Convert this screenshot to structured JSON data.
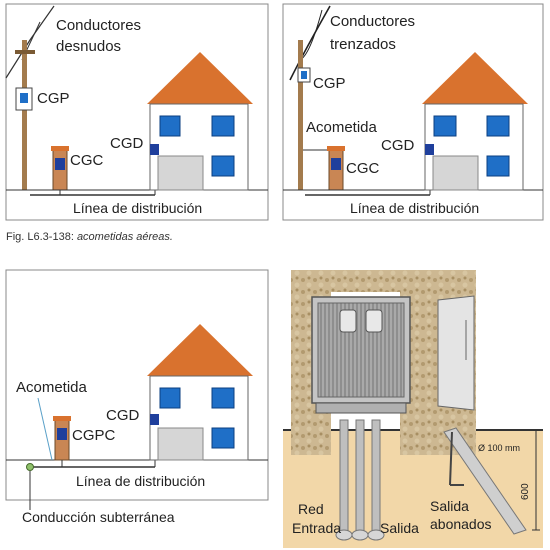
{
  "panel_tl": {
    "conductors": "Conductores",
    "conductors2": "desnudos",
    "cgp": "CGP",
    "cgpc": "CGC",
    "cgd": "CGD",
    "linea": "Línea de distribución"
  },
  "panel_tr": {
    "conductors": "Conductores",
    "conductors2": "trenzados",
    "cgp": "CGP",
    "acometida": "Acometida",
    "cgc": "CGC",
    "cgd": "CGD",
    "linea": "Línea de distribución"
  },
  "caption": {
    "fig": "Fig. L6.3-138:",
    "text": "acometidas aéreas."
  },
  "panel_bl": {
    "acometida": "Acometida",
    "cgpc": "CGPC",
    "cgd": "CGD",
    "linea": "Línea de distribución",
    "underground": "Conducción subterránea"
  },
  "panel_br": {
    "diameter": "Ø 100 mm",
    "depth": "600",
    "red": "Red",
    "entrada": "Entrada",
    "salida": "Salida",
    "salida_ab": "Salida",
    "abonados": "abonados"
  },
  "colors": {
    "roof": "#d9722e",
    "window": "#1f6fc7",
    "pole": "#a37b4d",
    "soil": "#f2d7a8",
    "stone": "#c9b48f",
    "cabinet": "#b7b7b7"
  }
}
